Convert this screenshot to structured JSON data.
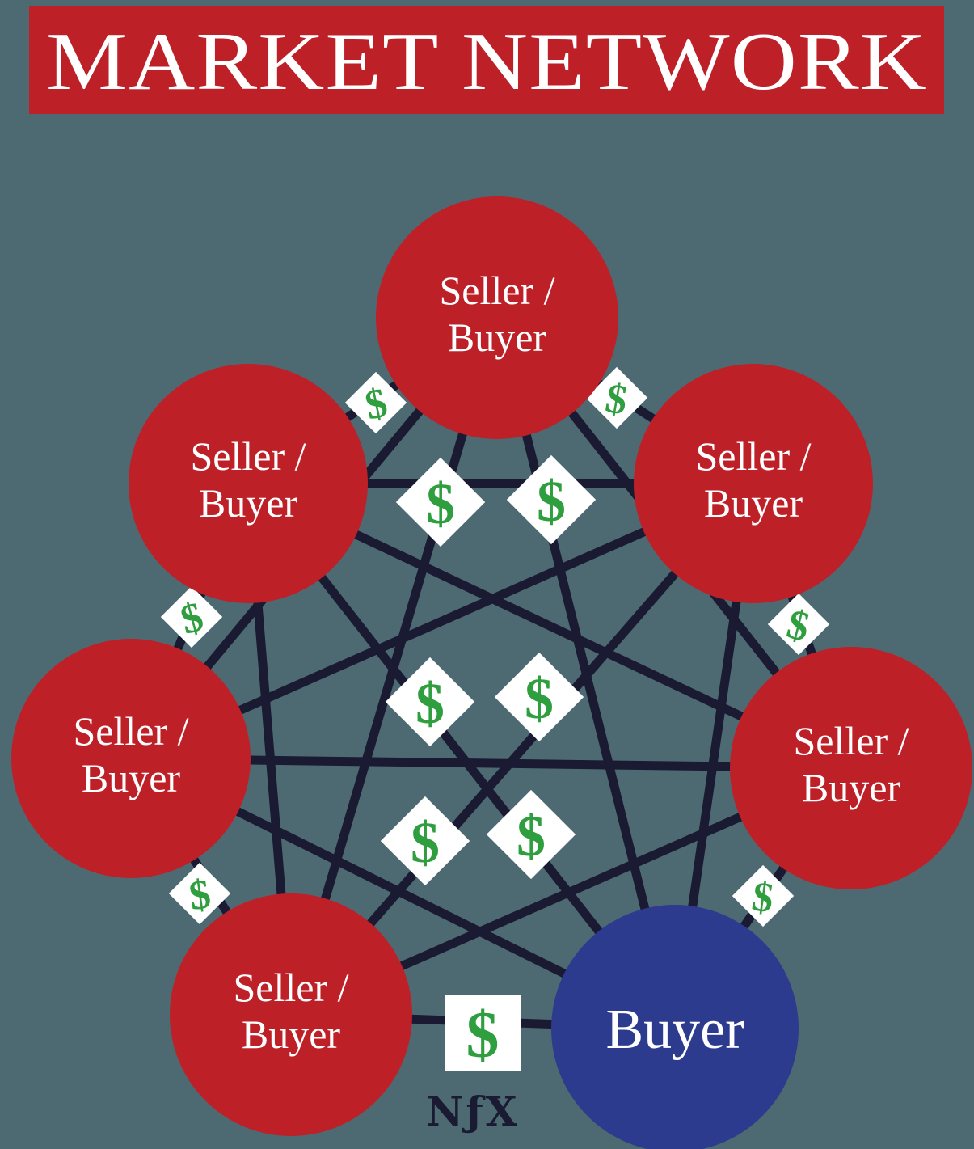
{
  "title": "MARKET NETWORK",
  "footer_logo": "NƒX",
  "dollar_sign": "$",
  "colors": {
    "background": "#4d6a73",
    "header_bar": "#be2028",
    "seller_node": "#be2028",
    "buyer_node": "#2d3b8e",
    "edge_line": "#1a1a33",
    "dollar_green": "#2f9e3f",
    "marker_white": "#ffffff",
    "label_text": "#ffffff"
  },
  "nodes": [
    {
      "id": "top",
      "role": "seller-buyer",
      "label_line1": "Seller /",
      "label_line2": "Buyer"
    },
    {
      "id": "upper-left",
      "role": "seller-buyer",
      "label_line1": "Seller /",
      "label_line2": "Buyer"
    },
    {
      "id": "upper-right",
      "role": "seller-buyer",
      "label_line1": "Seller /",
      "label_line2": "Buyer"
    },
    {
      "id": "left",
      "role": "seller-buyer",
      "label_line1": "Seller /",
      "label_line2": "Buyer"
    },
    {
      "id": "right",
      "role": "seller-buyer",
      "label_line1": "Seller /",
      "label_line2": "Buyer"
    },
    {
      "id": "bottom-left",
      "role": "seller-buyer",
      "label_line1": "Seller /",
      "label_line2": "Buyer"
    },
    {
      "id": "bottom-right",
      "role": "buyer",
      "label": "Buyer"
    }
  ],
  "edges": [
    [
      "top",
      "upper-left"
    ],
    [
      "top",
      "upper-right"
    ],
    [
      "top",
      "left"
    ],
    [
      "top",
      "right"
    ],
    [
      "top",
      "bottom-left"
    ],
    [
      "top",
      "bottom-right"
    ],
    [
      "upper-left",
      "upper-right"
    ],
    [
      "upper-left",
      "left"
    ],
    [
      "upper-left",
      "right"
    ],
    [
      "upper-left",
      "bottom-left"
    ],
    [
      "upper-left",
      "bottom-right"
    ],
    [
      "upper-right",
      "left"
    ],
    [
      "upper-right",
      "right"
    ],
    [
      "upper-right",
      "bottom-left"
    ],
    [
      "upper-right",
      "bottom-right"
    ],
    [
      "left",
      "right"
    ],
    [
      "left",
      "bottom-left"
    ],
    [
      "left",
      "bottom-right"
    ],
    [
      "right",
      "bottom-left"
    ],
    [
      "right",
      "bottom-right"
    ],
    [
      "bottom-left",
      "bottom-right"
    ]
  ],
  "dollar_marker_count": 13
}
